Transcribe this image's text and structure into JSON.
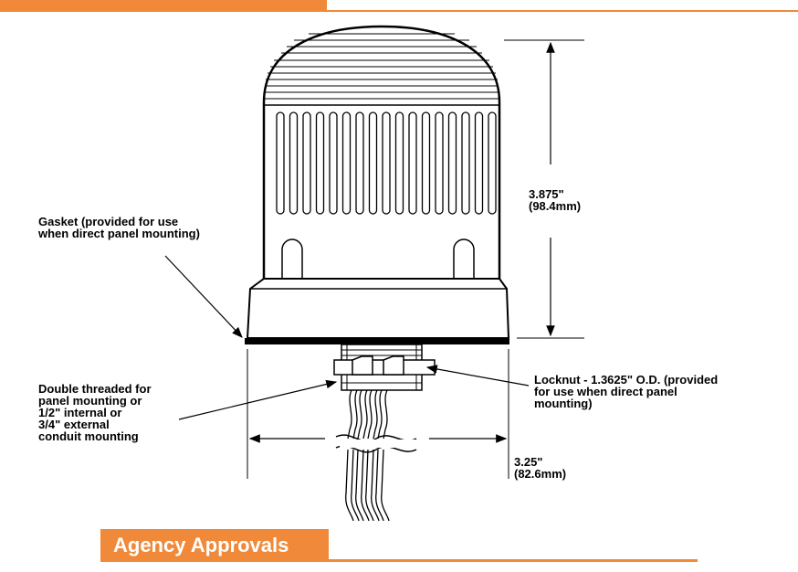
{
  "colors": {
    "accent": "#f08a3a",
    "ink": "#000000",
    "paper": "#ffffff"
  },
  "section": {
    "title": "Agency Approvals"
  },
  "callouts": {
    "height_dim": "3.875\"\n(98.4mm)",
    "gasket": "Gasket (provided for use\nwhen direct panel mounting)",
    "threaded": "Double threaded for\npanel mounting or\n1/2\" internal or\n3/4\" external\nconduit mounting",
    "locknut": "Locknut - 1.3625\" O.D. (provided\nfor use when direct panel\nmounting)",
    "width_dim": "3.25\"\n(82.6mm)"
  }
}
